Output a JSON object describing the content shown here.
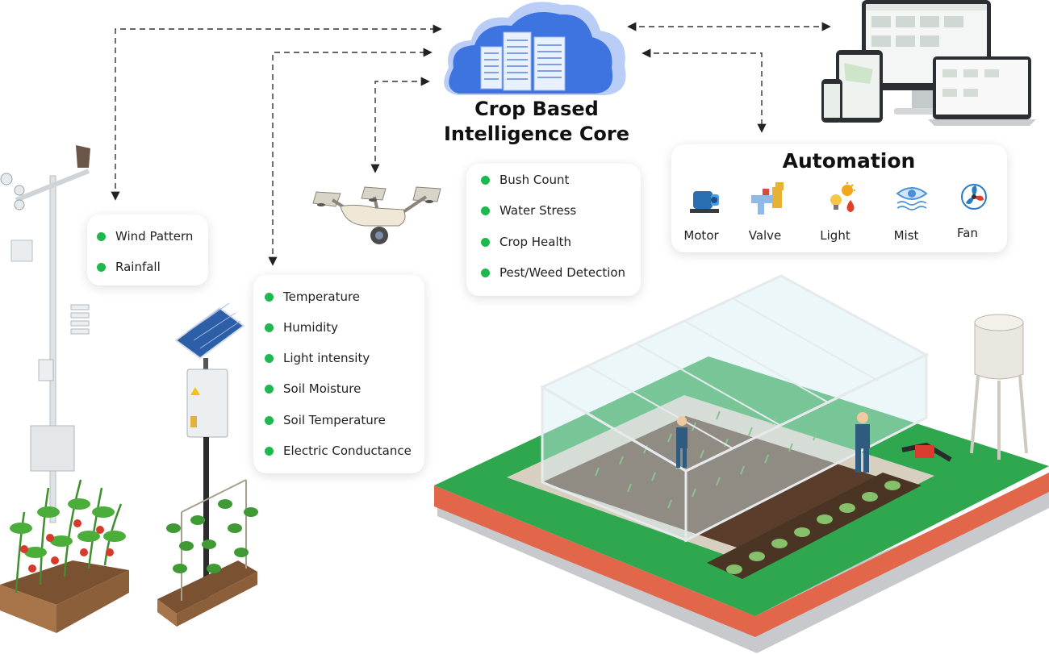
{
  "core": {
    "line1": "Crop Based",
    "line2": "Intelligence Core"
  },
  "weather_card": {
    "items": [
      "Wind Pattern",
      "Rainfall"
    ]
  },
  "sensor_card": {
    "items": [
      "Temperature",
      "Humidity",
      "Light intensity",
      "Soil Moisture",
      "Soil Temperature",
      "Electric Conductance"
    ]
  },
  "drone_card": {
    "items": [
      "Bush Count",
      "Water Stress",
      "Crop Health",
      "Pest/Weed Detection"
    ]
  },
  "automation": {
    "title": "Automation",
    "items": [
      {
        "label": "Motor",
        "icon": "motor-icon"
      },
      {
        "label": "Valve",
        "icon": "valve-icon"
      },
      {
        "label": "Light",
        "icon": "light-icon"
      },
      {
        "label": "Mist",
        "icon": "mist-icon"
      },
      {
        "label": "Fan",
        "icon": "fan-icon"
      }
    ]
  },
  "colors": {
    "accent_green": "#1fb84f",
    "cloud_blue": "#4a86e8",
    "grass": "#2fa74f",
    "soil": "#6b4a33"
  }
}
